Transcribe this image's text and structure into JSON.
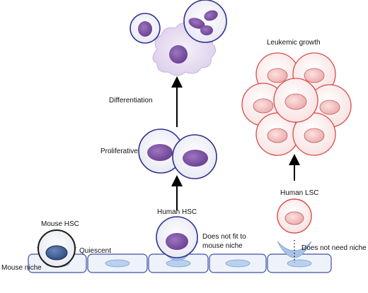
{
  "labels": {
    "differentiation": "Differentiation",
    "proliferative": "Proliferative",
    "leukemic_growth": "Leukemic growth",
    "mouse_hsc": "Mouse HSC",
    "quiescent": "Quiescent",
    "mouse_niche": "Mouse niche",
    "human_hsc": "Human HSC",
    "does_not_fit_line1": "Does not fit to",
    "does_not_fit_line2": "mouse niche",
    "human_lsc": "Human LSC",
    "does_not_need_niche": "Does not need niche"
  },
  "colors": {
    "hsc_outline": "#2f2f8f",
    "hsc_nucleus": "#7a4f9f",
    "lsc_outline": "#d94b4b",
    "lsc_fill": "#fbeaea",
    "lsc_nucleus": "#f3bcbc",
    "niche_cup": "#a9c3e8",
    "niche_cell_fill": "#eef3fb",
    "niche_cell_outline": "#3e4fa3",
    "niche_nucleus": "#b9d1ee"
  }
}
